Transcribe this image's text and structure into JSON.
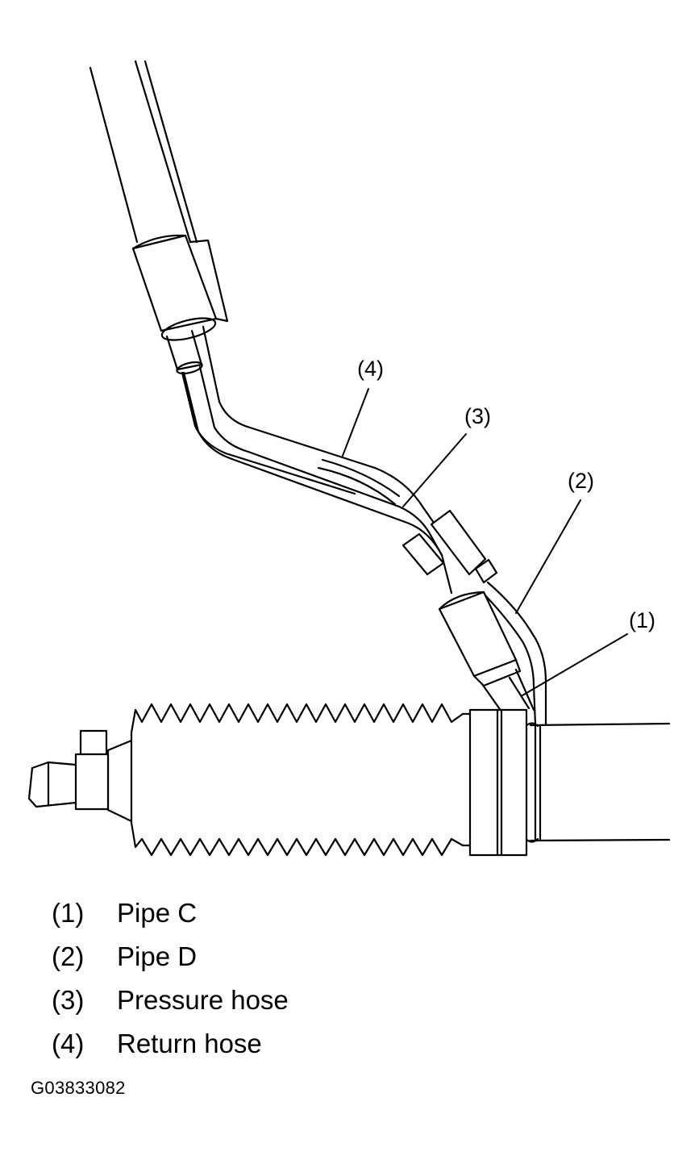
{
  "callouts": [
    {
      "id": "1",
      "text": "(1)"
    },
    {
      "id": "2",
      "text": "(2)"
    },
    {
      "id": "3",
      "text": "(3)"
    },
    {
      "id": "4",
      "text": "(4)"
    }
  ],
  "legend": [
    {
      "num": "(1)",
      "label": "Pipe C"
    },
    {
      "num": "(2)",
      "label": "Pipe D"
    },
    {
      "num": "(3)",
      "label": "Pressure hose"
    },
    {
      "num": "(4)",
      "label": "Return hose"
    }
  ],
  "figure_code": "G03833082"
}
